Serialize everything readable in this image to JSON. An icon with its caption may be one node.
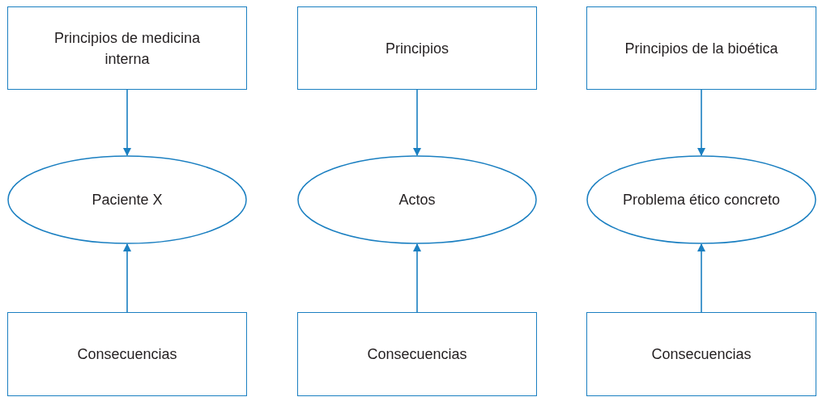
{
  "diagram": {
    "nodes": [
      {
        "text": [
          "Principios de medicina interna"
        ]
      },
      {
        "text": [
          "Principios"
        ]
      },
      {
        "text": [
          "Principios de la bioética"
        ]
      },
      {
        "text": [
          "Paciente X"
        ]
      },
      {
        "text": [
          "Actos"
        ]
      },
      {
        "text": [
          "Problema ético concreto"
        ]
      },
      {
        "text": [
          "Consecuencias"
        ]
      },
      {
        "text": [
          "Consecuencias"
        ]
      },
      {
        "text": [
          "Consecuencias"
        ]
      }
    ],
    "edges": [
      {
        "from": 0,
        "to": 3,
        "arrow": "to"
      },
      {
        "from": 6,
        "to": 3,
        "arrow": "to"
      },
      {
        "from": 1,
        "to": 4,
        "arrow": "to"
      },
      {
        "from": 7,
        "to": 4,
        "arrow": "to"
      },
      {
        "from": 2,
        "to": 5,
        "arrow": "to"
      },
      {
        "from": 8,
        "to": 5,
        "arrow": "to"
      }
    ]
  }
}
